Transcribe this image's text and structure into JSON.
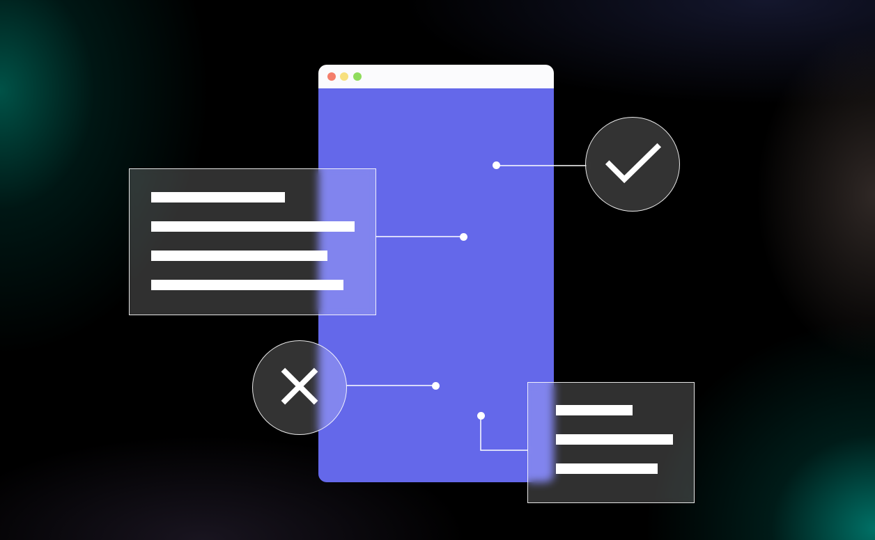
{
  "colors": {
    "background": "#000000",
    "browser_body": "#6468ea",
    "titlebar": "#fbfbfd",
    "dot_red": "#f47e6b",
    "dot_yellow": "#f7e07e",
    "dot_green": "#8fdc5c",
    "accent_glow": "#009684",
    "line": "#ffffff"
  },
  "icons": {
    "check": "check-icon",
    "close": "close-icon"
  },
  "window_controls": [
    "close-dot",
    "minimize-dot",
    "maximize-dot"
  ],
  "text_placeholders": {
    "left_card_lines": 4,
    "right_card_lines": 3
  }
}
